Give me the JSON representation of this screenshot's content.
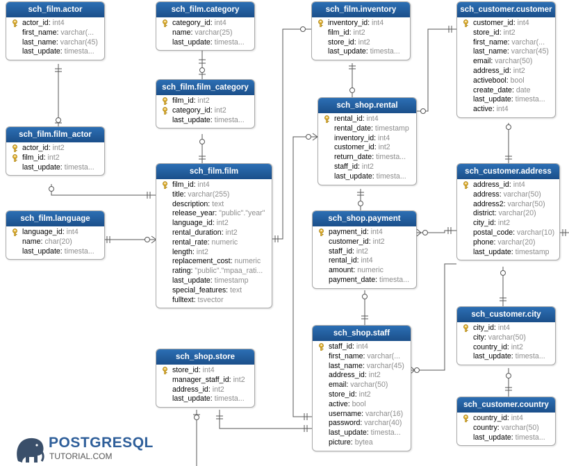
{
  "tables": {
    "film_actor_tbl": {
      "title": "sch_film.actor",
      "fields": [
        {
          "name": "actor_id",
          "type": "int4",
          "key": true
        },
        {
          "name": "first_name",
          "type": "varchar(..."
        },
        {
          "name": "last_name",
          "type": "varchar(45)"
        },
        {
          "name": "last_update",
          "type": "timesta..."
        }
      ]
    },
    "film_category_tbl": {
      "title": "sch_film.category",
      "fields": [
        {
          "name": "category_id",
          "type": "int4",
          "key": true
        },
        {
          "name": "name",
          "type": "varchar(25)"
        },
        {
          "name": "last_update",
          "type": "timesta..."
        }
      ]
    },
    "inventory_tbl": {
      "title": "sch_film.inventory",
      "fields": [
        {
          "name": "inventory_id",
          "type": "int4",
          "key": true
        },
        {
          "name": "film_id",
          "type": "int2"
        },
        {
          "name": "store_id",
          "type": "int2"
        },
        {
          "name": "last_update",
          "type": "timesta..."
        }
      ]
    },
    "customer_tbl": {
      "title": "sch_customer.customer",
      "fields": [
        {
          "name": "customer_id",
          "type": "int4",
          "key": true
        },
        {
          "name": "store_id",
          "type": "int2"
        },
        {
          "name": "first_name",
          "type": "varchar(..."
        },
        {
          "name": "last_name",
          "type": "varchar(45)"
        },
        {
          "name": "email",
          "type": "varchar(50)"
        },
        {
          "name": "address_id",
          "type": "int2"
        },
        {
          "name": "activebool",
          "type": "bool"
        },
        {
          "name": "create_date",
          "type": "date"
        },
        {
          "name": "last_update",
          "type": "timesta..."
        },
        {
          "name": "active",
          "type": "int4"
        }
      ]
    },
    "film_film_category_tbl": {
      "title": "sch_film.film_category",
      "fields": [
        {
          "name": "film_id",
          "type": "int2",
          "key": true
        },
        {
          "name": "category_id",
          "type": "int2",
          "key": true
        },
        {
          "name": "last_update",
          "type": "timesta..."
        }
      ]
    },
    "rental_tbl": {
      "title": "sch_shop.rental",
      "fields": [
        {
          "name": "rental_id",
          "type": "int4",
          "key": true
        },
        {
          "name": "rental_date",
          "type": "timestamp"
        },
        {
          "name": "inventory_id",
          "type": "int4"
        },
        {
          "name": "customer_id",
          "type": "int2"
        },
        {
          "name": "return_date",
          "type": "timesta..."
        },
        {
          "name": "staff_id",
          "type": "int2"
        },
        {
          "name": "last_update",
          "type": "timesta..."
        }
      ]
    },
    "film_actor_link_tbl": {
      "title": "sch_film.film_actor",
      "fields": [
        {
          "name": "actor_id",
          "type": "int2",
          "key": true
        },
        {
          "name": "film_id",
          "type": "int2",
          "key": true
        },
        {
          "name": "last_update",
          "type": "timesta..."
        }
      ]
    },
    "film_tbl": {
      "title": "sch_film.film",
      "fields": [
        {
          "name": "film_id",
          "type": "int4",
          "key": true
        },
        {
          "name": "title",
          "type": "varchar(255)"
        },
        {
          "name": "description",
          "type": "text"
        },
        {
          "name": "release_year",
          "type": "\"public\".\"year\""
        },
        {
          "name": "language_id",
          "type": "int2"
        },
        {
          "name": "rental_duration",
          "type": "int2"
        },
        {
          "name": "rental_rate",
          "type": "numeric"
        },
        {
          "name": "length",
          "type": "int2"
        },
        {
          "name": "replacement_cost",
          "type": "numeric"
        },
        {
          "name": "rating",
          "type": "\"public\".\"mpaa_rati..."
        },
        {
          "name": "last_update",
          "type": "timestamp"
        },
        {
          "name": "special_features",
          "type": "text"
        },
        {
          "name": "fulltext",
          "type": "tsvector"
        }
      ]
    },
    "address_tbl": {
      "title": "sch_customer.address",
      "fields": [
        {
          "name": "address_id",
          "type": "int4",
          "key": true
        },
        {
          "name": "address",
          "type": "varchar(50)"
        },
        {
          "name": "address2",
          "type": "varchar(50)"
        },
        {
          "name": "district",
          "type": "varchar(20)"
        },
        {
          "name": "city_id",
          "type": "int2"
        },
        {
          "name": "postal_code",
          "type": "varchar(10)"
        },
        {
          "name": "phone",
          "type": "varchar(20)"
        },
        {
          "name": "last_update",
          "type": "timestamp"
        }
      ]
    },
    "language_tbl": {
      "title": "sch_film.language",
      "fields": [
        {
          "name": "language_id",
          "type": "int4",
          "key": true
        },
        {
          "name": "name",
          "type": "char(20)"
        },
        {
          "name": "last_update",
          "type": "timesta..."
        }
      ]
    },
    "payment_tbl": {
      "title": "sch_shop.payment",
      "fields": [
        {
          "name": "payment_id",
          "type": "int4",
          "key": true
        },
        {
          "name": "customer_id",
          "type": "int2"
        },
        {
          "name": "staff_id",
          "type": "int2"
        },
        {
          "name": "rental_id",
          "type": "int4"
        },
        {
          "name": "amount",
          "type": "numeric"
        },
        {
          "name": "payment_date",
          "type": "timesta..."
        }
      ]
    },
    "city_tbl": {
      "title": "sch_customer.city",
      "fields": [
        {
          "name": "city_id",
          "type": "int4",
          "key": true
        },
        {
          "name": "city",
          "type": "varchar(50)"
        },
        {
          "name": "country_id",
          "type": "int2"
        },
        {
          "name": "last_update",
          "type": "timesta..."
        }
      ]
    },
    "staff_tbl": {
      "title": "sch_shop.staff",
      "fields": [
        {
          "name": "staff_id",
          "type": "int4",
          "key": true
        },
        {
          "name": "first_name",
          "type": "varchar(..."
        },
        {
          "name": "last_name",
          "type": "varchar(45)"
        },
        {
          "name": "address_id",
          "type": "int2"
        },
        {
          "name": "email",
          "type": "varchar(50)"
        },
        {
          "name": "store_id",
          "type": "int2"
        },
        {
          "name": "active",
          "type": "bool"
        },
        {
          "name": "username",
          "type": "varchar(16)"
        },
        {
          "name": "password",
          "type": "varchar(40)"
        },
        {
          "name": "last_update",
          "type": "timesta..."
        },
        {
          "name": "picture",
          "type": "bytea"
        }
      ]
    },
    "store_tbl": {
      "title": "sch_shop.store",
      "fields": [
        {
          "name": "store_id",
          "type": "int4",
          "key": true
        },
        {
          "name": "manager_staff_id",
          "type": "int2"
        },
        {
          "name": "address_id",
          "type": "int2"
        },
        {
          "name": "last_update",
          "type": "timesta..."
        }
      ]
    },
    "country_tbl": {
      "title": "sch_customer.country",
      "fields": [
        {
          "name": "country_id",
          "type": "int4",
          "key": true
        },
        {
          "name": "country",
          "type": "varchar(50)"
        },
        {
          "name": "last_update",
          "type": "timesta..."
        }
      ]
    }
  },
  "logo": {
    "name": "POSTGRESQL",
    "sub": "TUTORIAL.COM"
  },
  "colors": {
    "header": "#1b4f8a",
    "line": "#555555",
    "key": "#e8b83a",
    "type": "#8c8c8c"
  }
}
